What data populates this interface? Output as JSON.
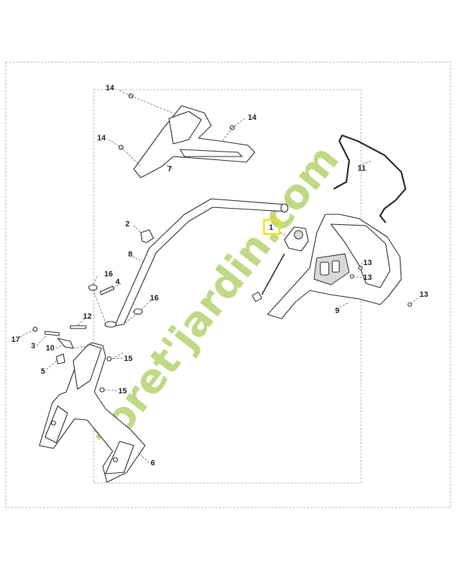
{
  "watermark": {
    "text": "foret'jardin.com",
    "colors": {
      "green": "#b5d36f",
      "beige": "#e6dcc0"
    }
  },
  "highlight": {
    "callout": "1",
    "color": "#f2e200"
  },
  "callouts": {
    "c14a": "14",
    "c14b": "14",
    "c14c": "14",
    "c7": "7",
    "c11": "11",
    "c2": "2",
    "c1": "1",
    "c8": "8",
    "c16a": "16",
    "c4": "4",
    "c16b": "16",
    "c13a": "13",
    "c13b": "13",
    "c13c": "13",
    "c9": "9",
    "c12": "12",
    "c17": "17",
    "c3": "3",
    "c10": "10",
    "c5": "5",
    "c15a": "15",
    "c15b": "15",
    "c6": "6"
  }
}
